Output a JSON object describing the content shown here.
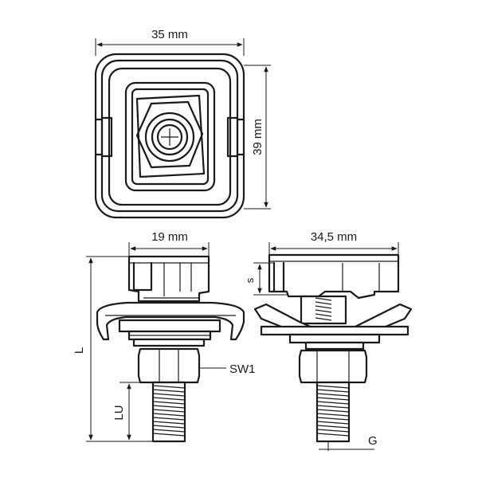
{
  "dimensions": {
    "top_width": "35 mm",
    "top_height": "39 mm",
    "side_width": "19 mm",
    "front_width": "34,5 mm"
  },
  "labels": {
    "length": "L",
    "thread_length": "LU",
    "wrench_size": "SW1",
    "gap": "s",
    "thread": "G"
  },
  "colors": {
    "line": "#1a1a1a",
    "background": "#ffffff"
  }
}
